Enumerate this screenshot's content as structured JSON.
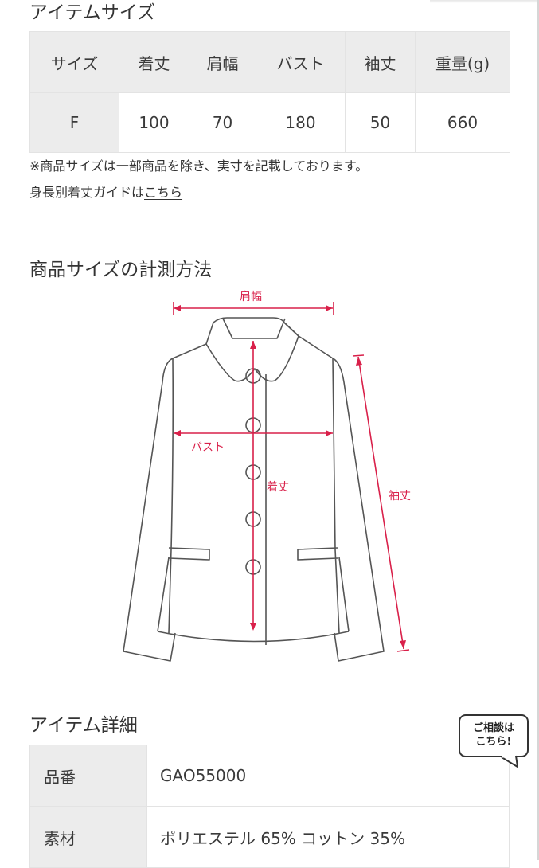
{
  "size_section": {
    "title": "アイテムサイズ",
    "columns": [
      "サイズ",
      "着丈",
      "肩幅",
      "バスト",
      "袖丈",
      "重量(g)"
    ],
    "rows": [
      [
        "F",
        "100",
        "70",
        "180",
        "50",
        "660"
      ]
    ],
    "note": "※商品サイズは一部商品を除き、実寸を記載しております。",
    "guide_text": "身長別着丈ガイドは",
    "guide_link": "こちら"
  },
  "measure_section": {
    "title": "商品サイズの計測方法",
    "labels": {
      "shoulder": "肩幅",
      "bust": "バスト",
      "length": "着丈",
      "sleeve": "袖丈"
    },
    "accent_color": "#d9204a",
    "line_color": "#555555"
  },
  "detail_section": {
    "title": "アイテム詳細",
    "rows": [
      {
        "label": "品番",
        "value": "GAO55000"
      },
      {
        "label": "素材",
        "value": "ポリエステル 65% コットン 35%"
      }
    ]
  },
  "consult_bubble": {
    "line1": "ご相談は",
    "line2": "こちら!"
  }
}
